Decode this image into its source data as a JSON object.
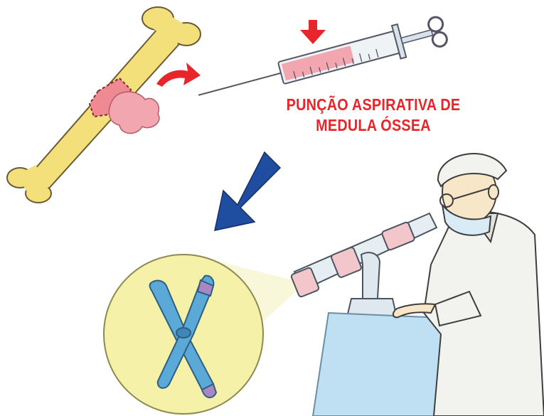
{
  "caption": {
    "line1": "PUNÇÃO ASPIRATIVA DE",
    "line2": "MEDULA ÓSSEA"
  },
  "colors": {
    "caption_red": "#e8252a",
    "pointer_arrow_blue": "#1f4da0",
    "small_arrow_red": "#e8252a",
    "bone_yellow": "#f4e07a",
    "marrow_pink": "#f2a7b0",
    "magnifier_yellow": "#f6f1a8",
    "chromosome_blue": "#5aa9d6",
    "chromosome_purple": "#a986c4",
    "desk_blue": "#bfe0f2"
  },
  "icons": {
    "bone": "femur-bone-icon",
    "syringe": "syringe-icon",
    "microscope": "microscope-icon",
    "chromosome": "chromosome-icon",
    "doctor": "lab-technician-figure",
    "pointer": "big-blue-arrow-icon"
  }
}
